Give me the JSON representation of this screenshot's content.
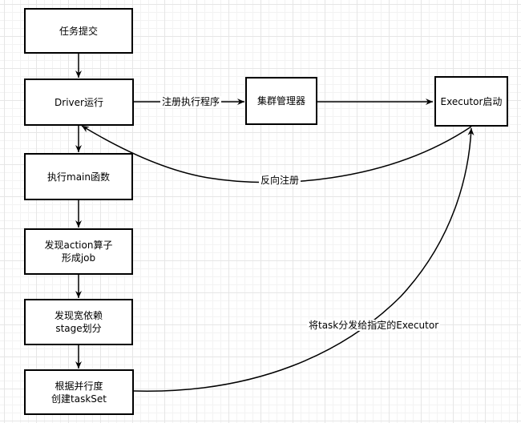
{
  "nodes": {
    "submit": "任务提交",
    "driver": "Driver运行",
    "main_func": "执行main函数",
    "action": "发现action算子\n形成job",
    "wide_dep": "发现宽依赖\nstage划分",
    "taskset": "根据并行度\n创建taskSet",
    "cluster_manager": "集群管理器",
    "executor": "Executor启动"
  },
  "edges": {
    "register_app": "注册执行程序",
    "reverse_register": "反向注册",
    "dispatch": "将task分发给指定的Executor"
  }
}
